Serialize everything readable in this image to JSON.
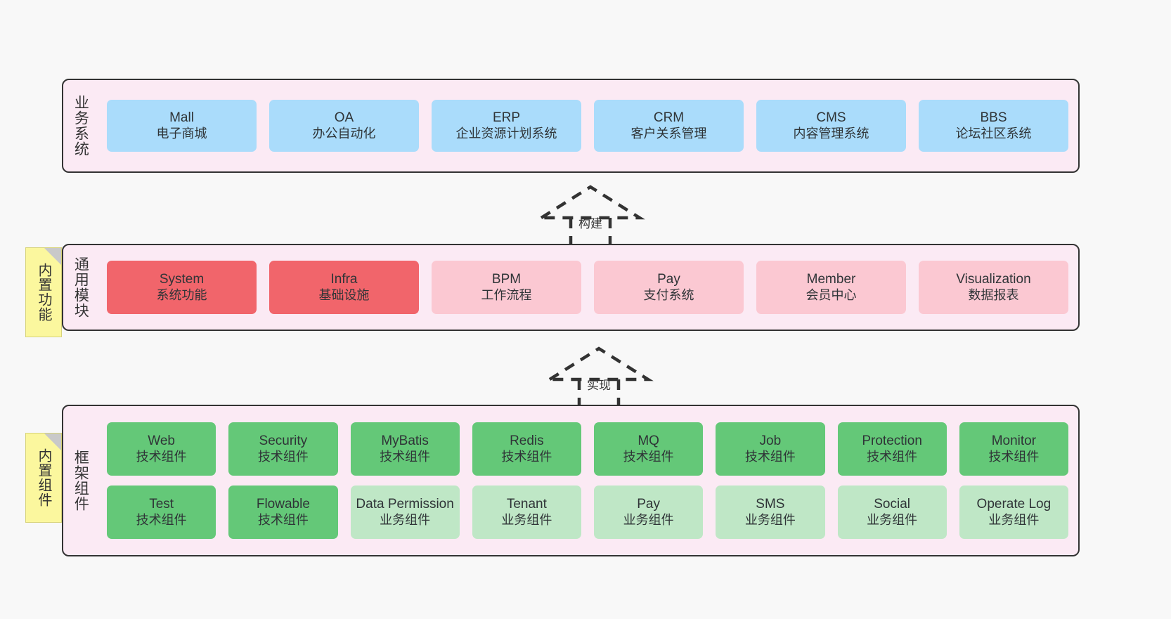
{
  "diagram": {
    "title": "ruoyi-vue-pro architecture layers",
    "background": "#f8f8f8",
    "colors": {
      "layer_panel": "#fbeaf4",
      "layer_border": "#333333",
      "business_node": "#aadcfb",
      "module_active": "#f1656b",
      "module_inactive": "#fbc8d2",
      "tech_component": "#64c878",
      "biz_component": "#bfe7c6",
      "note": "#fbf79e"
    }
  },
  "layers": [
    {
      "id": "business",
      "title": "业务系统",
      "rows": [
        {
          "nodes": [
            {
              "en": "Mall",
              "cn": "电子商城",
              "style": "n-blue"
            },
            {
              "en": "OA",
              "cn": "办公自动化",
              "style": "n-blue"
            },
            {
              "en": "ERP",
              "cn": "企业资源计划系统",
              "style": "n-blue"
            },
            {
              "en": "CRM",
              "cn": "客户关系管理",
              "style": "n-blue"
            },
            {
              "en": "CMS",
              "cn": "内容管理系统",
              "style": "n-blue"
            },
            {
              "en": "BBS",
              "cn": "论坛社区系统",
              "style": "n-blue"
            }
          ]
        }
      ]
    },
    {
      "id": "modules",
      "title": "通用模块",
      "note": "内置功能",
      "rows": [
        {
          "nodes": [
            {
              "en": "System",
              "cn": "系统功能",
              "style": "n-red"
            },
            {
              "en": "Infra",
              "cn": "基础设施",
              "style": "n-red"
            },
            {
              "en": "BPM",
              "cn": "工作流程",
              "style": "n-pink"
            },
            {
              "en": "Pay",
              "cn": "支付系统",
              "style": "n-pink"
            },
            {
              "en": "Member",
              "cn": "会员中心",
              "style": "n-pink"
            },
            {
              "en": "Visualization",
              "cn": "数据报表",
              "style": "n-pink"
            }
          ]
        }
      ]
    },
    {
      "id": "framework",
      "title": "框架组件",
      "note": "内置组件",
      "rows": [
        {
          "nodes": [
            {
              "en": "Web",
              "cn": "技术组件",
              "style": "n-green"
            },
            {
              "en": "Security",
              "cn": "技术组件",
              "style": "n-green"
            },
            {
              "en": "MyBatis",
              "cn": "技术组件",
              "style": "n-green"
            },
            {
              "en": "Redis",
              "cn": "技术组件",
              "style": "n-green"
            },
            {
              "en": "MQ",
              "cn": "技术组件",
              "style": "n-green"
            },
            {
              "en": "Job",
              "cn": "技术组件",
              "style": "n-green"
            },
            {
              "en": "Protection",
              "cn": "技术组件",
              "style": "n-green"
            },
            {
              "en": "Monitor",
              "cn": "技术组件",
              "style": "n-green"
            }
          ]
        },
        {
          "nodes": [
            {
              "en": "Test",
              "cn": "技术组件",
              "style": "n-green"
            },
            {
              "en": "Flowable",
              "cn": "技术组件",
              "style": "n-green"
            },
            {
              "en": "Data Permission",
              "cn": "业务组件",
              "style": "n-lightgreen",
              "wrap": true
            },
            {
              "en": "Tenant",
              "cn": "业务组件",
              "style": "n-lightgreen"
            },
            {
              "en": "Pay",
              "cn": "业务组件",
              "style": "n-lightgreen"
            },
            {
              "en": "SMS",
              "cn": "业务组件",
              "style": "n-lightgreen"
            },
            {
              "en": "Social",
              "cn": "业务组件",
              "style": "n-lightgreen"
            },
            {
              "en": "Operate Log",
              "cn": "业务组件",
              "style": "n-lightgreen"
            }
          ]
        }
      ]
    }
  ],
  "connectors": [
    {
      "id": "build",
      "label": "构建"
    },
    {
      "id": "implement",
      "label": "实现"
    }
  ]
}
